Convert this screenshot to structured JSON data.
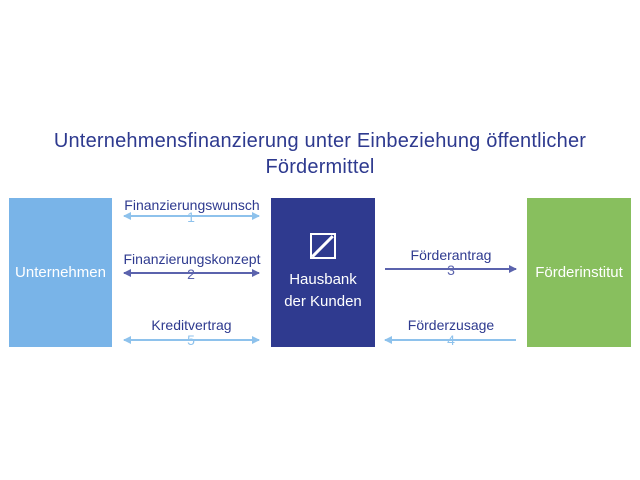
{
  "title": "Unternehmensfinanzierung unter Einbeziehung öffentlicher Fördermittel",
  "colors": {
    "title": "#2e3a8f",
    "left_box": "#79b4e8",
    "middle_box": "#2f3a8f",
    "right_box": "#88bf5e",
    "light_arrow": "#8ec2ec",
    "dark_arrow": "#5b63ad"
  },
  "nodes": {
    "left": "Unternehmen",
    "middle_line1": "Hausbank",
    "middle_line2": "der Kunden",
    "right": "Förderinstitut",
    "middle_logo": "deutsche-bank-slash-logo"
  },
  "flows": [
    {
      "label": "Finanzierungswunsch",
      "number": "1",
      "direction": "bidirectional",
      "style": "light"
    },
    {
      "label": "Finanzierungskonzept",
      "number": "2",
      "direction": "bidirectional",
      "style": "dark"
    },
    {
      "label": "Förderantrag",
      "number": "3",
      "direction": "right",
      "style": "dark"
    },
    {
      "label": "Förderzusage",
      "number": "4",
      "direction": "left",
      "style": "light"
    },
    {
      "label": "Kreditvertrag",
      "number": "5",
      "direction": "bidirectional",
      "style": "light"
    }
  ]
}
